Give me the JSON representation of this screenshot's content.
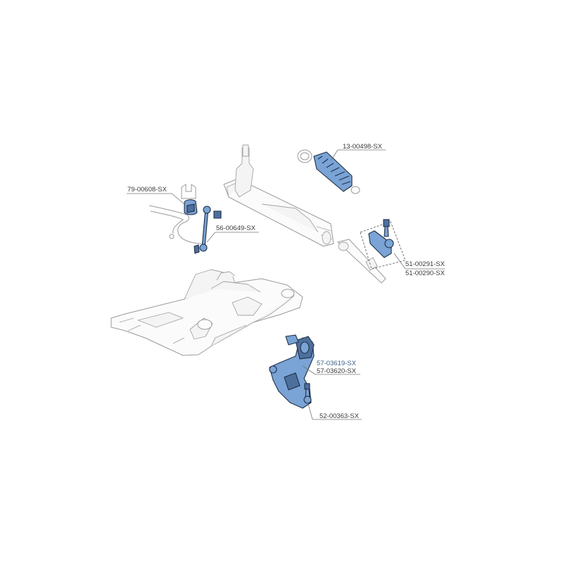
{
  "parts": {
    "boot": "13-00498-SX",
    "bushing": "79-00608-SX",
    "stab_link": "56-00649-SX",
    "tie_rod_end_1": "51-00291-SX",
    "tie_rod_end_2": "51-00290-SX",
    "control_arm_1": "57-03619-SX",
    "control_arm_2": "57-03620-SX",
    "ball_joint": "52-00363-SX"
  },
  "colors": {
    "part_fill": "#7aa3d6",
    "part_outline": "#1e2f45",
    "label_text": "#3a3a3a",
    "highlight_label": "#3b5f86"
  }
}
